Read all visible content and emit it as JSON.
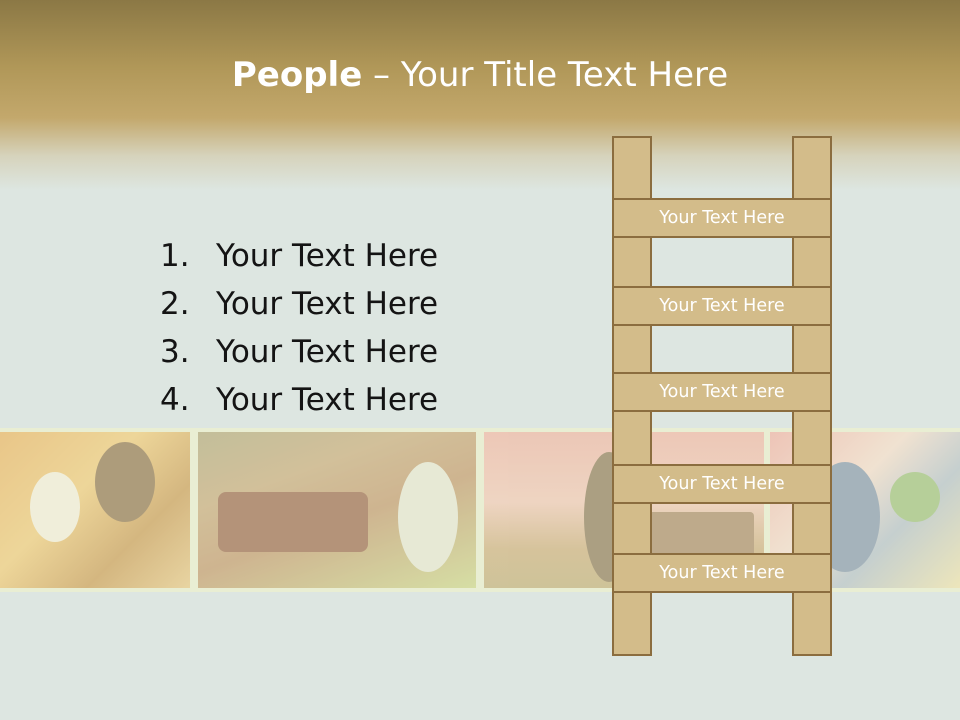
{
  "slide": {
    "title_bold": "People",
    "title_rest": " – Your Title Text Here",
    "bullets": [
      {
        "num": "1.",
        "text": "Your Text Here"
      },
      {
        "num": "2.",
        "text": "Your Text Here"
      },
      {
        "num": "3.",
        "text": "Your Text Here"
      },
      {
        "num": "4.",
        "text": "Your Text Here"
      }
    ],
    "ladder_rungs": [
      "Your Text Here",
      "Your Text Here",
      "Your Text Here",
      "Your Text Here",
      "Your Text Here"
    ]
  },
  "colors": {
    "header_top": "#8b7845",
    "header_mid": "#c3a86c",
    "background": "#dde6e1",
    "ladder_fill": "#d3bc8a",
    "ladder_border": "#8b6d3f",
    "title_text": "#ffffff",
    "body_text": "#141414"
  }
}
